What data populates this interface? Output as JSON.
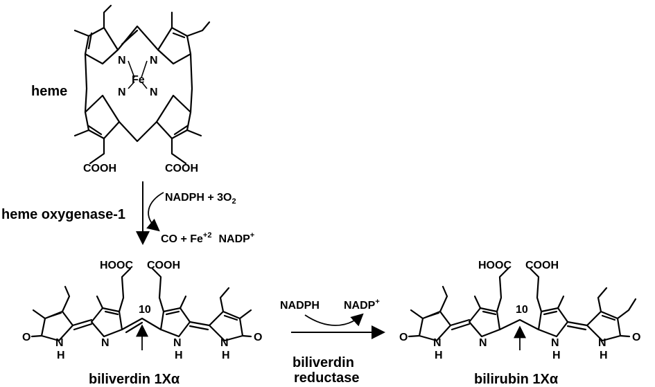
{
  "labels": {
    "heme": "heme",
    "enzyme1": "heme oxygenase-1",
    "cofactor_in": "NADPH + 3O",
    "cofactor_in_sub": "2",
    "products_co_fe": "CO + Fe",
    "products_fe_sup": "+2",
    "products_nadp": "NADP",
    "products_nadp_sup": "+",
    "biliverdin": "biliverdin 1Xα",
    "biliverdin_reductase_line1": "biliverdin",
    "biliverdin_reductase_line2": "reductase",
    "bilirubin": "bilirubin 1Xα",
    "nadph": "NADPH",
    "nadp_plus": "NADP",
    "nadp_plus_sup": "+",
    "position_10": "10"
  },
  "atoms": {
    "N": "N",
    "Fe": "Fe",
    "NH_N": "N",
    "NH_H": "H",
    "O": "O",
    "COOH": "COOH",
    "HOOC": "HOOC"
  }
}
